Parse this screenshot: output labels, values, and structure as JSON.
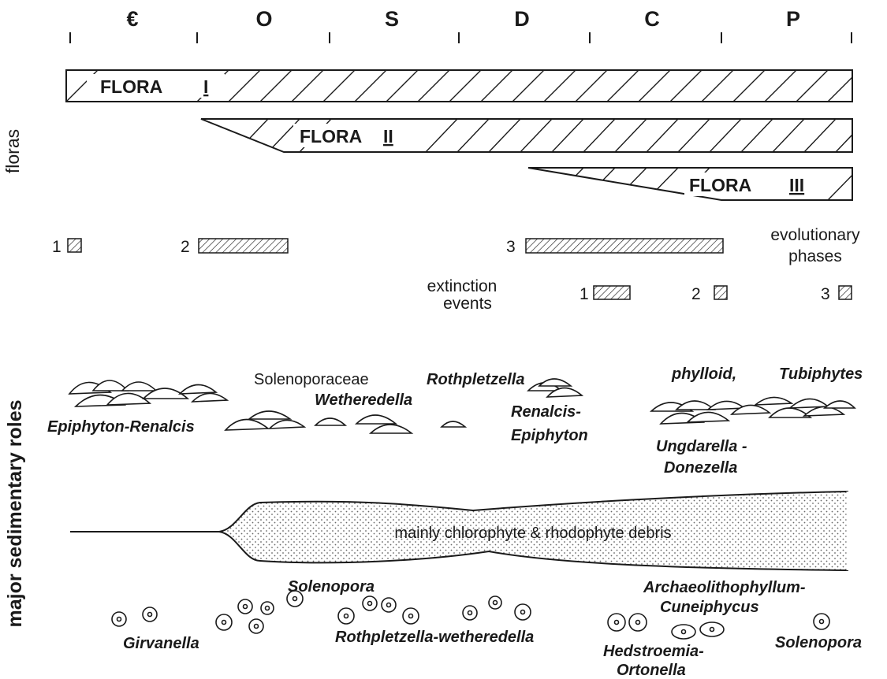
{
  "periods": [
    "€",
    "O",
    "S",
    "D",
    "C",
    "P"
  ],
  "axes": {
    "floras": "floras",
    "roles": "major sedimentary roles"
  },
  "floras": {
    "flora1": {
      "word": "FLORA",
      "numeral": "I"
    },
    "flora2": {
      "word": "FLORA",
      "numeral": "II"
    },
    "flora3": {
      "word": "FLORA",
      "numeral": "III"
    }
  },
  "evolutionary_phases": {
    "label_line1": "evolutionary",
    "label_line2": "phases",
    "numbers": [
      "1",
      "2",
      "3"
    ]
  },
  "extinction_events": {
    "label_line1": "extinction",
    "label_line2": "events",
    "numbers": [
      "1",
      "2",
      "3"
    ]
  },
  "reef_builders": {
    "epiphyton_renalcis": "Epiphyton-Renalcis",
    "solenoporaceae": "Solenoporaceae",
    "rothpletzella": "Rothpletzella",
    "wetheredella": "Wetheredella",
    "renalcis_1": "Renalcis-",
    "renalcis_2": "Epiphyton",
    "phylloid": "phylloid,",
    "tubiphytes": "Tubiphytes",
    "ungdarella_1": "Ungdarella -",
    "ungdarella_2": "Donezella"
  },
  "debris": {
    "label": "mainly chlorophyte & rhodophyte debris"
  },
  "oncoids": {
    "girvanella": "Girvanella",
    "solenopora_upper": "Solenopora",
    "rothpletzella_wetheredella": "Rothpletzella-wetheredella",
    "archaeo_1": "Archaeolithophyllum-",
    "archaeo_2": "Cuneiphycus",
    "hedstroemia_1": "Hedstroemia-",
    "hedstroemia_2": "Ortonella",
    "solenopora_lower": "Solenopora"
  }
}
